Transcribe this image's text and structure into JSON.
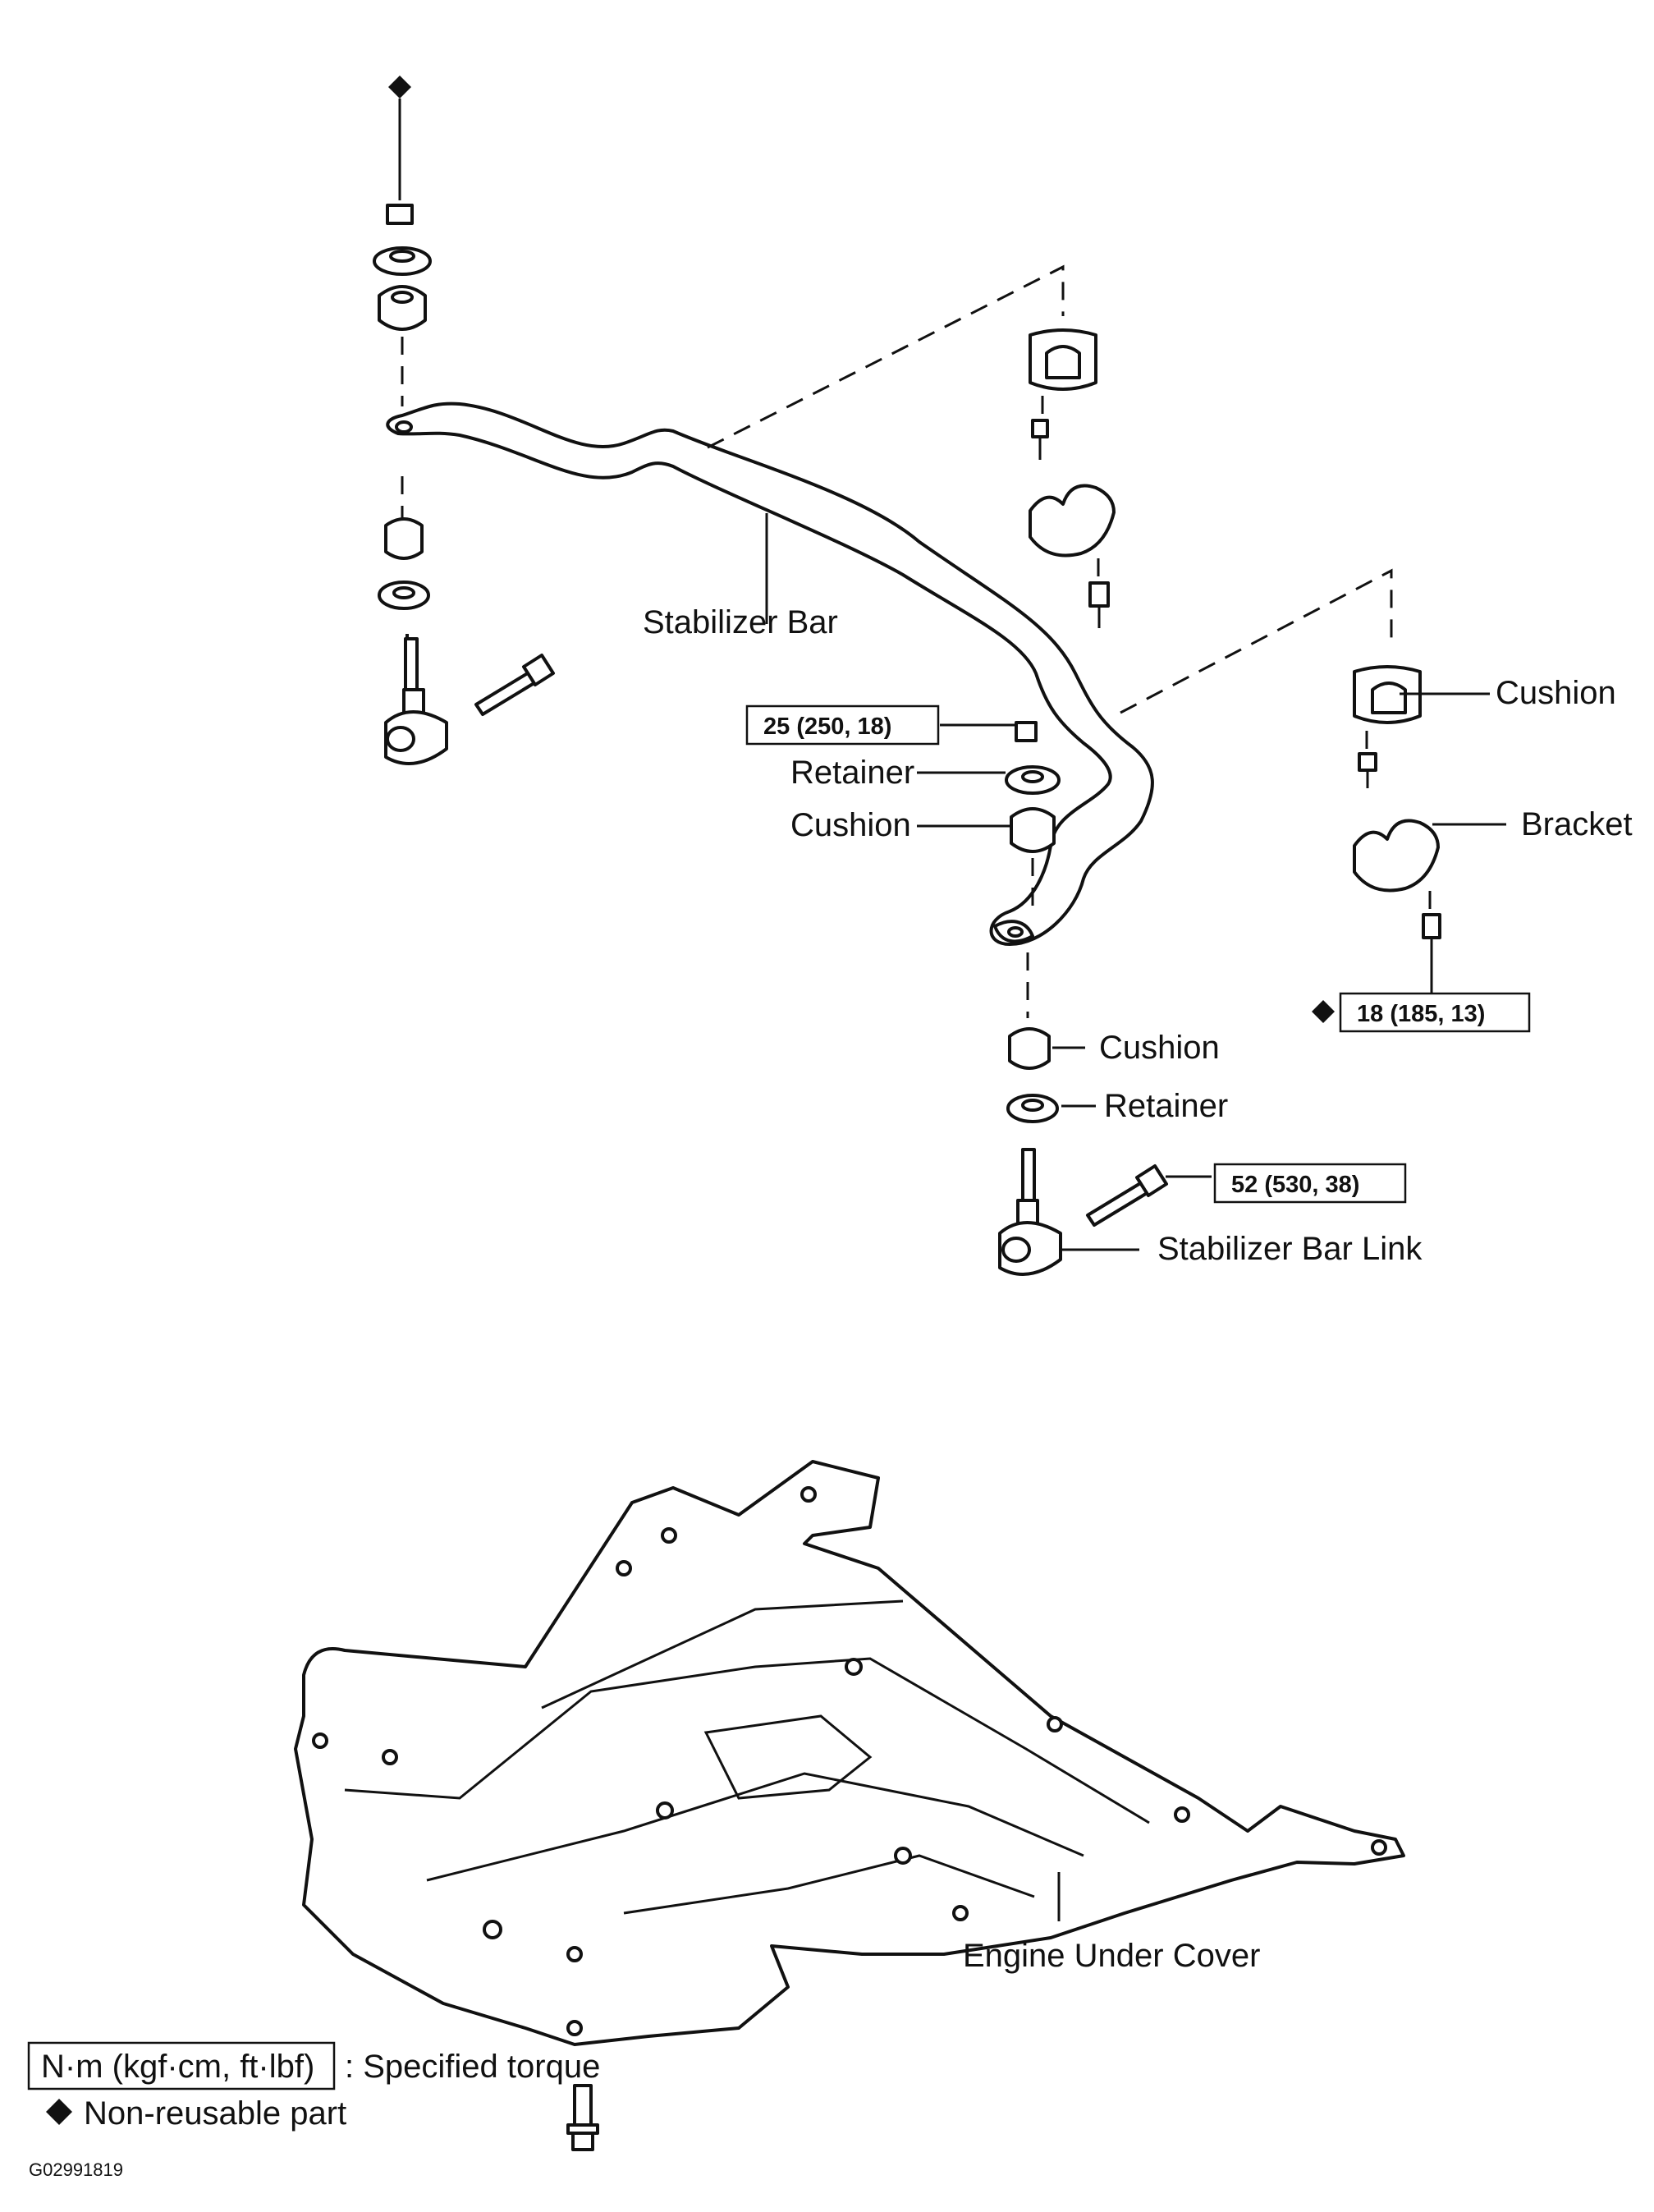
{
  "labels": {
    "stabilizer_bar": "Stabilizer Bar",
    "cushion_upper": "Cushion",
    "bracket": "Bracket",
    "retainer_upper": "Retainer",
    "cushion_mid": "Cushion",
    "cushion_lower": "Cushion",
    "retainer_lower": "Retainer",
    "stabilizer_bar_link": "Stabilizer Bar Link",
    "engine_under_cover": "Engine Under Cover"
  },
  "torques": {
    "link_nut": "25 (250, 18)",
    "bracket_bolt": "18 (185, 13)",
    "link_bolt": "52 (530, 38)"
  },
  "legend": {
    "torque_unit": "N·m (kgf·cm, ft·lbf)",
    "torque_desc": ": Specified torque",
    "non_reusable": "Non-reusable part"
  },
  "figure_id": "G02991819",
  "icons": {
    "non_reusable": "black-diamond-icon"
  }
}
